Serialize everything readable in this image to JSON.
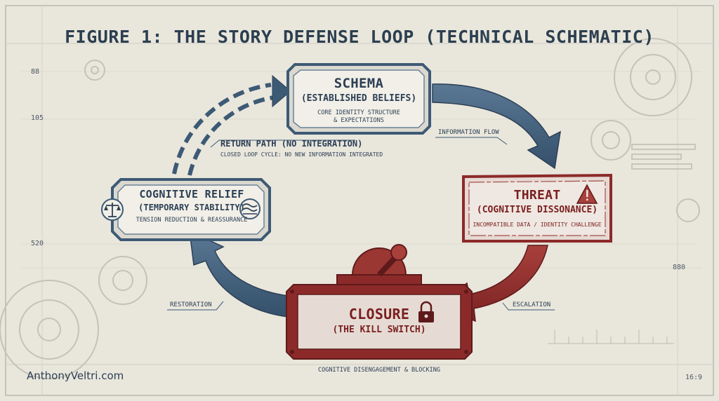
{
  "title": "FIGURE 1: THE STORY DEFENSE LOOP (TECHNICAL SCHEMATIC)",
  "nodes": {
    "schema": {
      "title": "SCHEMA",
      "subtitle": "(ESTABLISHED BELIEFS)",
      "description_line1": "CORE IDENTITY STRUCTURE",
      "description_line2": "& EXPECTATIONS"
    },
    "threat": {
      "title": "THREAT",
      "subtitle": "(COGNITIVE DISSONANCE)",
      "description": "INCOMPATIBLE DATA / IDENTITY CHALLENGE"
    },
    "closure": {
      "title": "CLOSURE",
      "subtitle": "(THE KILL SWITCH)",
      "description": "COGNITIVE DISENGAGEMENT & BLOCKING"
    },
    "relief": {
      "title": "COGNITIVE RELIEF",
      "subtitle": "(TEMPORARY STABILITY)",
      "description": "TENSION REDUCTION & REASSURANCE"
    }
  },
  "edges": {
    "information_flow": "INFORMATION FLOW",
    "escalation": "ESCALATION",
    "restoration": "RESTORATION",
    "return_path_title": "RETURN PATH (NO INTEGRATION)",
    "return_path_sub": "CLOSED LOOP CYCLE: NO NEW INFORMATION INTEGRATED"
  },
  "margin_marks": [
    "88",
    "105",
    "520",
    "880"
  ],
  "footer": {
    "brand": "AnthonyVeltri.com",
    "ratio": "16:9"
  },
  "icons": {
    "threat": "warning-icon",
    "closure": "lock-icon",
    "relief_left": "scales-icon",
    "relief_right": "waves-icon",
    "closure_device": "lever-icon"
  },
  "colors": {
    "background": "#e9e6dc",
    "blue": "#3d5a75",
    "red": "#8c2a2a",
    "ink": "#2c3f50"
  }
}
